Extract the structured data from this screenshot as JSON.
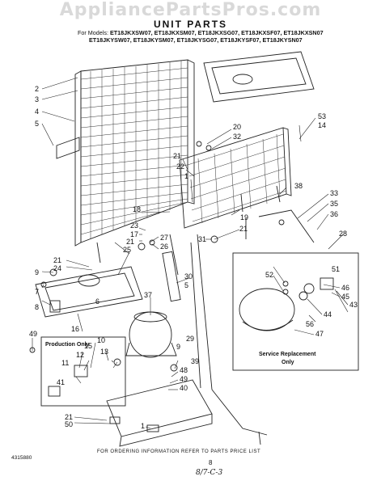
{
  "watermark": "AppliancePartsPros.com",
  "header": {
    "title": "UNIT PARTS",
    "models_prefix": "For Models:",
    "models_line1": "ET18JKXSW07, ET18JKXSM07, ET18JKXSG07, ET18JKXSF07, ET18JKXSN07",
    "models_line2": "ET18JKYSW07, ET18JKYSM07, ET18JKYSG07, ET18JKYSF07, ET18JKYSN07"
  },
  "callouts": {
    "c1": "1",
    "c2": "2",
    "c3": "3",
    "c4": "4",
    "c5": "5",
    "c6": "6",
    "c7": "7",
    "c8": "8",
    "c9": "9",
    "c10": "10",
    "c11": "11",
    "c12": "12",
    "c13": "13",
    "c14": "14",
    "c15": "15",
    "c16": "16",
    "c17": "17",
    "c18": "18",
    "c19": "19",
    "c20": "20",
    "c21a": "21",
    "c21b": "21",
    "c21c": "21",
    "c21d": "21",
    "c21e": "21",
    "c22": "22",
    "c23": "23",
    "c24": "24",
    "c25": "25",
    "c26": "26",
    "c27": "27",
    "c28": "28",
    "c29": "29",
    "c30": "30",
    "c31": "31",
    "c32": "32",
    "c33": "33",
    "c35": "35",
    "c36": "36",
    "c37": "37",
    "c38": "38",
    "c39": "39",
    "c40": "40",
    "c41": "41",
    "c43": "43",
    "c44": "44",
    "c45": "45",
    "c46": "46",
    "c47": "47",
    "c48": "48",
    "c49a": "49",
    "c49b": "49",
    "c50": "50",
    "c51": "51",
    "c52": "52",
    "c53": "53",
    "c56": "56"
  },
  "boxes": {
    "production_only": "Production Only",
    "service_replacement_l1": "Service Replacement",
    "service_replacement_l2": "Only"
  },
  "footer": {
    "ordering_info": "FOR ORDERING INFORMATION REFER TO PARTS PRICE LIST",
    "doc_number": "4315880",
    "page_number": "8",
    "handwritten": "8/7-C-3"
  }
}
